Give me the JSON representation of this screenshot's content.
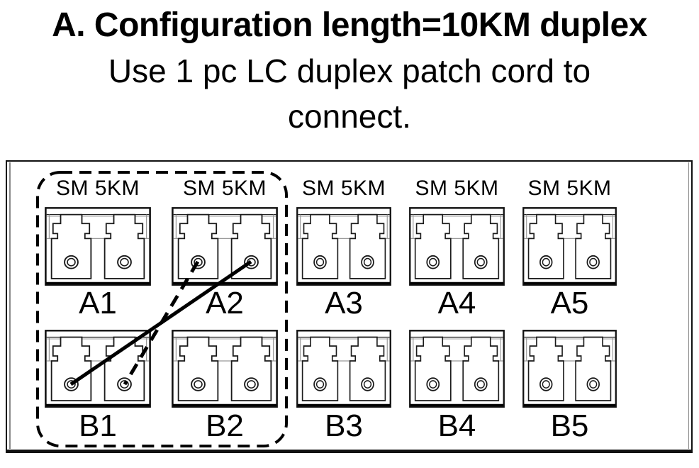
{
  "title": {
    "line1": "A. Configuration length=10KM duplex",
    "line2": "Use 1 pc LC duplex patch cord to",
    "line3": "connect."
  },
  "panel": {
    "description": "Fiber patch panel with 10 LC duplex adapters in 2 rows of 5",
    "modules": [
      {
        "id": "A1",
        "sm_label": "SM 5KM",
        "label": "A1"
      },
      {
        "id": "A2",
        "sm_label": "SM 5KM",
        "label": "A2"
      },
      {
        "id": "A3",
        "sm_label": "SM 5KM",
        "label": "A3"
      },
      {
        "id": "A4",
        "sm_label": "SM 5KM",
        "label": "A4"
      },
      {
        "id": "A5",
        "sm_label": "SM 5KM",
        "label": "A5"
      },
      {
        "id": "B1",
        "label": "B1"
      },
      {
        "id": "B2",
        "label": "B2"
      },
      {
        "id": "B3",
        "label": "B3"
      },
      {
        "id": "B4",
        "label": "B4"
      },
      {
        "id": "B5",
        "label": "B5"
      }
    ],
    "group": {
      "style": "dashed-rounded-outline",
      "members": [
        "A1",
        "A2",
        "B1",
        "B2"
      ]
    },
    "connections": [
      {
        "style": "solid",
        "from": "A2 right port",
        "to": "B1 left port",
        "meaning": "LC duplex patch cord fiber 1"
      },
      {
        "style": "dashed",
        "from": "A2 left port",
        "to": "B1 right port",
        "meaning": "LC duplex patch cord fiber 2"
      }
    ]
  },
  "colors": {
    "text": "#000000",
    "line": "#000000",
    "module_outline": "#111111",
    "port_outline": "#1a1a1a",
    "detail_gray": "#999999",
    "background": "#ffffff"
  }
}
